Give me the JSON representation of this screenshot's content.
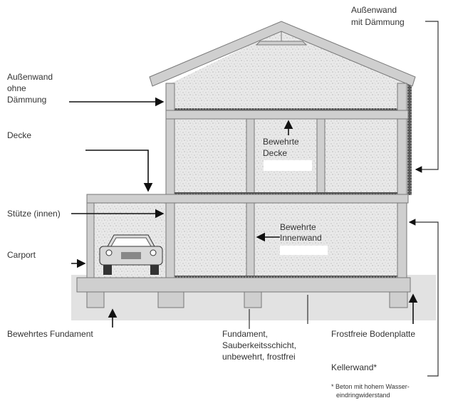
{
  "title": "Hausquerschnitt ohne Keller",
  "labels": {
    "aussenwand_mit_1": "Außenwand",
    "aussenwand_mit_2": "mit Dämmung",
    "aussenwand_ohne_1": "Außenwand",
    "aussenwand_ohne_2": "ohne",
    "aussenwand_ohne_3": "Dämmung",
    "decke": "Decke",
    "stuetze": "Stütze (innen)",
    "carport": "Carport",
    "bewehrte_decke_1": "Bewehrte",
    "bewehrte_decke_2": "Decke",
    "bewehrte_innenwand_1": "Bewehrte",
    "bewehrte_innenwand_2": "Innenwand",
    "bewehrtes_fundament": "Bewehrtes Fundament",
    "fundament_1": "Fundament,",
    "fundament_2": "Sauberkeitsschicht,",
    "fundament_3": "unbewehrt, frostfrei",
    "bodenplatte": "Frostfreie Bodenplatte",
    "kellerwand": "Kellerwand*",
    "footnote_1": "* Beton mit hohem Wasser-",
    "footnote_2": "eindringwiderstand"
  },
  "colors": {
    "structure": "#cfcfcf",
    "fill": "#e6e6e6",
    "ground": "#e2e2e2",
    "insulation": "#444444"
  }
}
